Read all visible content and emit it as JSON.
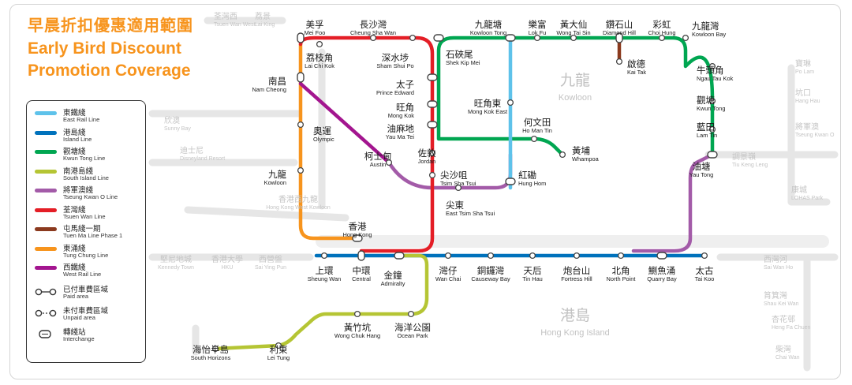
{
  "title": {
    "zh": "早晨折扣優惠適用範圍",
    "en_line1": "Early Bird Discount",
    "en_line2": "Promotion Coverage"
  },
  "colors": {
    "east_rail": "#5ec2ea",
    "island": "#0072bc",
    "kwun_tong": "#00a651",
    "south_island": "#b5c534",
    "tseung_kwan_o": "#a35ba8",
    "tsuen_wan": "#e41e26",
    "tuen_ma": "#8b3a1e",
    "tung_chung": "#f7941d",
    "west_rail": "#a3158f",
    "title_orange": "#f7941d"
  },
  "legend": {
    "lines": [
      {
        "zh": "東鐵綫",
        "en": "East Rail Line",
        "color_key": "east_rail"
      },
      {
        "zh": "港島綫",
        "en": "Island Line",
        "color_key": "island"
      },
      {
        "zh": "觀塘綫",
        "en": "Kwun Tong Line",
        "color_key": "kwun_tong"
      },
      {
        "zh": "南港島綫",
        "en": "South Island Line",
        "color_key": "south_island"
      },
      {
        "zh": "將軍澳綫",
        "en": "Tseung Kwan O Line",
        "color_key": "tseung_kwan_o"
      },
      {
        "zh": "荃灣綫",
        "en": "Tsuen Wan Line",
        "color_key": "tsuen_wan"
      },
      {
        "zh": "屯馬綫一期",
        "en": "Tuen Ma Line Phase 1",
        "color_key": "tuen_ma"
      },
      {
        "zh": "東涌綫",
        "en": "Tung Chung Line",
        "color_key": "tung_chung"
      },
      {
        "zh": "西鐵綫",
        "en": "West Rail Line",
        "color_key": "west_rail"
      }
    ],
    "symbols": [
      {
        "zh": "已付車費區域",
        "en": "Paid area",
        "symbol": "paid"
      },
      {
        "zh": "未付車費區域",
        "en": "Unpaid area",
        "symbol": "unpaid"
      },
      {
        "zh": "轉綫站",
        "en": "Interchange",
        "symbol": "interchange"
      }
    ]
  },
  "areas": [
    {
      "zh": "九龍",
      "en": "Kowloon"
    },
    {
      "zh": "港島",
      "en": "Hong Kong Island"
    }
  ],
  "stations": [
    {
      "zh": "美孚",
      "en": "Mei Foo"
    },
    {
      "zh": "長沙灣",
      "en": "Cheung Sha Wan"
    },
    {
      "zh": "荔枝角",
      "en": "Lai Chi Kok"
    },
    {
      "zh": "深水埗",
      "en": "Sham Shui Po"
    },
    {
      "zh": "南昌",
      "en": "Nam Cheong"
    },
    {
      "zh": "太子",
      "en": "Prince Edward"
    },
    {
      "zh": "旺角",
      "en": "Mong Kok"
    },
    {
      "zh": "油麻地",
      "en": "Yau Ma Tei"
    },
    {
      "zh": "奧運",
      "en": "Olympic"
    },
    {
      "zh": "柯士甸",
      "en": "Austin"
    },
    {
      "zh": "佐敦",
      "en": "Jordan"
    },
    {
      "zh": "九龍",
      "en": "Kowloon"
    },
    {
      "zh": "尖沙咀",
      "en": "Tsim Sha Tsui"
    },
    {
      "zh": "尖東",
      "en": "East Tsim Sha Tsui"
    },
    {
      "zh": "香港",
      "en": "Hong Kong"
    },
    {
      "zh": "九龍塘",
      "en": "Kowloon Tong"
    },
    {
      "zh": "石硤尾",
      "en": "Shek Kip Mei"
    },
    {
      "zh": "旺角東",
      "en": "Mong Kok East"
    },
    {
      "zh": "何文田",
      "en": "Ho Man Tin"
    },
    {
      "zh": "紅磡",
      "en": "Hung Hom"
    },
    {
      "zh": "黃埔",
      "en": "Whampoa"
    },
    {
      "zh": "樂富",
      "en": "Lok Fu"
    },
    {
      "zh": "黃大仙",
      "en": "Wong Tai Sin"
    },
    {
      "zh": "鑽石山",
      "en": "Diamond Hill"
    },
    {
      "zh": "彩虹",
      "en": "Choi Hung"
    },
    {
      "zh": "九龍灣",
      "en": "Kowloon Bay"
    },
    {
      "zh": "啟德",
      "en": "Kai Tak"
    },
    {
      "zh": "牛頭角",
      "en": "Ngau Tau Kok"
    },
    {
      "zh": "觀塘",
      "en": "Kwun Tong"
    },
    {
      "zh": "藍田",
      "en": "Lam Tin"
    },
    {
      "zh": "油塘",
      "en": "Yau Tong"
    },
    {
      "zh": "上環",
      "en": "Sheung Wan"
    },
    {
      "zh": "中環",
      "en": "Central"
    },
    {
      "zh": "金鐘",
      "en": "Admiralty"
    },
    {
      "zh": "灣仔",
      "en": "Wan Chai"
    },
    {
      "zh": "銅鑼灣",
      "en": "Causeway Bay"
    },
    {
      "zh": "天后",
      "en": "Tin Hau"
    },
    {
      "zh": "炮台山",
      "en": "Fortress Hill"
    },
    {
      "zh": "北角",
      "en": "North Point"
    },
    {
      "zh": "鰂魚涌",
      "en": "Quarry Bay"
    },
    {
      "zh": "太古",
      "en": "Tai Koo"
    },
    {
      "zh": "黃竹坑",
      "en": "Wong Chuk Hang"
    },
    {
      "zh": "海洋公園",
      "en": "Ocean Park"
    },
    {
      "zh": "海怡半島",
      "en": "South Horizons"
    },
    {
      "zh": "利東",
      "en": "Lei Tung"
    }
  ],
  "faded_stations": [
    {
      "zh": "荃灣西",
      "en": "Tsuen Wan West"
    },
    {
      "zh": "荔景",
      "en": "Lai King"
    },
    {
      "zh": "欣澳",
      "en": "Sunny Bay"
    },
    {
      "zh": "迪士尼",
      "en": "Disneyland Resort"
    },
    {
      "zh": "香港西九龍",
      "en": "Hong Kong West Kowloon"
    },
    {
      "zh": "堅尼地城",
      "en": "Kennedy Town"
    },
    {
      "zh": "香港大學",
      "en": "HKU"
    },
    {
      "zh": "西營盤",
      "en": "Sai Ying Pun"
    },
    {
      "zh": "寶琳",
      "en": "Po Lam"
    },
    {
      "zh": "坑口",
      "en": "Hang Hau"
    },
    {
      "zh": "將軍澳",
      "en": "Tseung Kwan O"
    },
    {
      "zh": "調景嶺",
      "en": "Tiu Keng Leng"
    },
    {
      "zh": "康城",
      "en": "LOHAS Park"
    },
    {
      "zh": "西灣河",
      "en": "Sai Wan Ho"
    },
    {
      "zh": "筲箕灣",
      "en": "Shau Kei Wan"
    },
    {
      "zh": "杏花邨",
      "en": "Heng Fa Chuen"
    },
    {
      "zh": "柴灣",
      "en": "Chai Wan"
    }
  ]
}
